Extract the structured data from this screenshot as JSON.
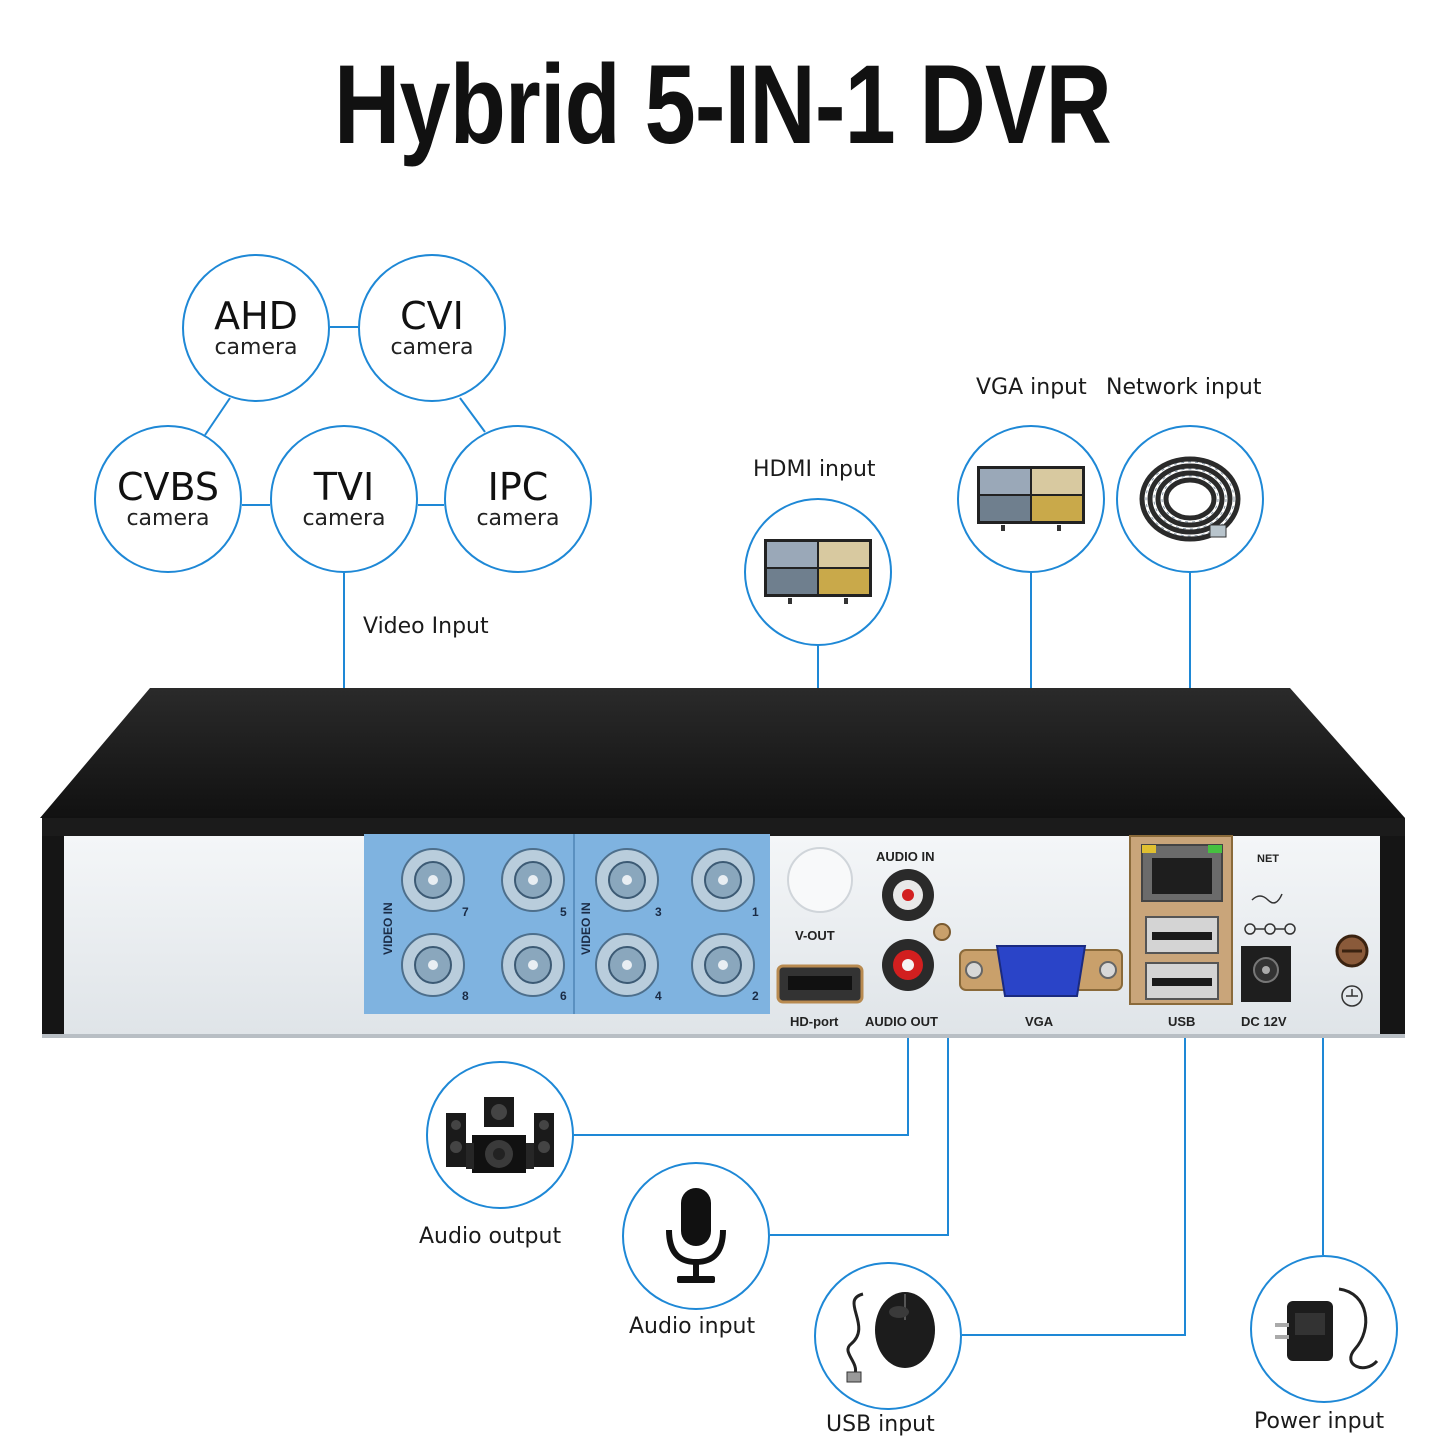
{
  "title": "Hybrid 5-IN-1 DVR",
  "camera_types": [
    {
      "name": "AHD",
      "sub": "camera"
    },
    {
      "name": "CVI",
      "sub": "camera"
    },
    {
      "name": "CVBS",
      "sub": "camera"
    },
    {
      "name": "TVI",
      "sub": "camera"
    },
    {
      "name": "IPC",
      "sub": "camera"
    }
  ],
  "captions": {
    "video_input": "Video Input",
    "hdmi_input": "HDMI input",
    "vga_input": "VGA input",
    "network_input": "Network input",
    "audio_output": "Audio output",
    "audio_input": "Audio input",
    "usb_input": "USB input",
    "power_input": "Power input"
  },
  "panel_labels": {
    "video_in": "VIDEO IN",
    "audio_in": "AUDIO IN",
    "v_out": "V-OUT",
    "hd_port": "HD-port",
    "audio_out": "AUDIO OUT",
    "vga": "VGA",
    "usb": "USB",
    "dc": "DC 12V",
    "net": "NET"
  },
  "channels": [
    "7",
    "5",
    "3",
    "1",
    "8",
    "6",
    "4",
    "2"
  ],
  "colors": {
    "accent": "#1e88d6",
    "panel_blue": "#7fb3e0",
    "chassis": "#1c1c1c"
  },
  "icons": [
    "tv-icon",
    "network-cable-icon",
    "speaker-icon",
    "microphone-icon",
    "mouse-icon",
    "power-adapter-icon"
  ]
}
